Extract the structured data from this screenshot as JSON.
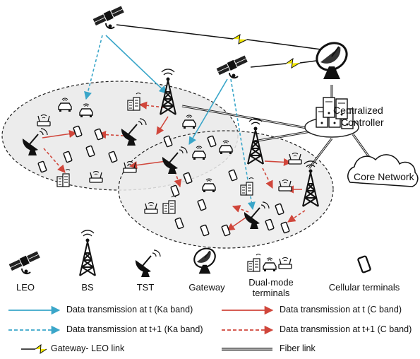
{
  "network": {
    "controller_label_line1": "Centralized",
    "controller_label_line2": "Controller",
    "core_label": "Core Network"
  },
  "legend": {
    "icons": [
      {
        "label": "LEO",
        "icon": "satellite-icon"
      },
      {
        "label": "BS",
        "icon": "base-station-tower-icon"
      },
      {
        "label": "TST",
        "icon": "terrestrial-satellite-terminal-icon"
      },
      {
        "label": "Gateway",
        "icon": "gateway-dish-icon"
      },
      {
        "label": "Dual-mode terminals",
        "label_line1": "Dual-mode",
        "label_line2": "terminals",
        "icon": "dual-mode-terminal-icons"
      },
      {
        "label": "Cellular terminals",
        "icon": "smartphone-icon"
      }
    ],
    "links": {
      "ka_solid": "Data transmission at t (Ka band)",
      "ka_dashed": "Data transmission at t+1 (Ka band)",
      "c_solid": "Data transmission at t (C band)",
      "c_dashed": "Data transmission at t+1 (C band)",
      "gateway_leo": "Gateway- LEO link",
      "fiber": "Fiber link"
    }
  },
  "colors": {
    "ka_band": "#3aa6c9",
    "c_band": "#d0463b",
    "gateway_link_bolt": "#f2e600",
    "cell_fill": "#ececec"
  }
}
